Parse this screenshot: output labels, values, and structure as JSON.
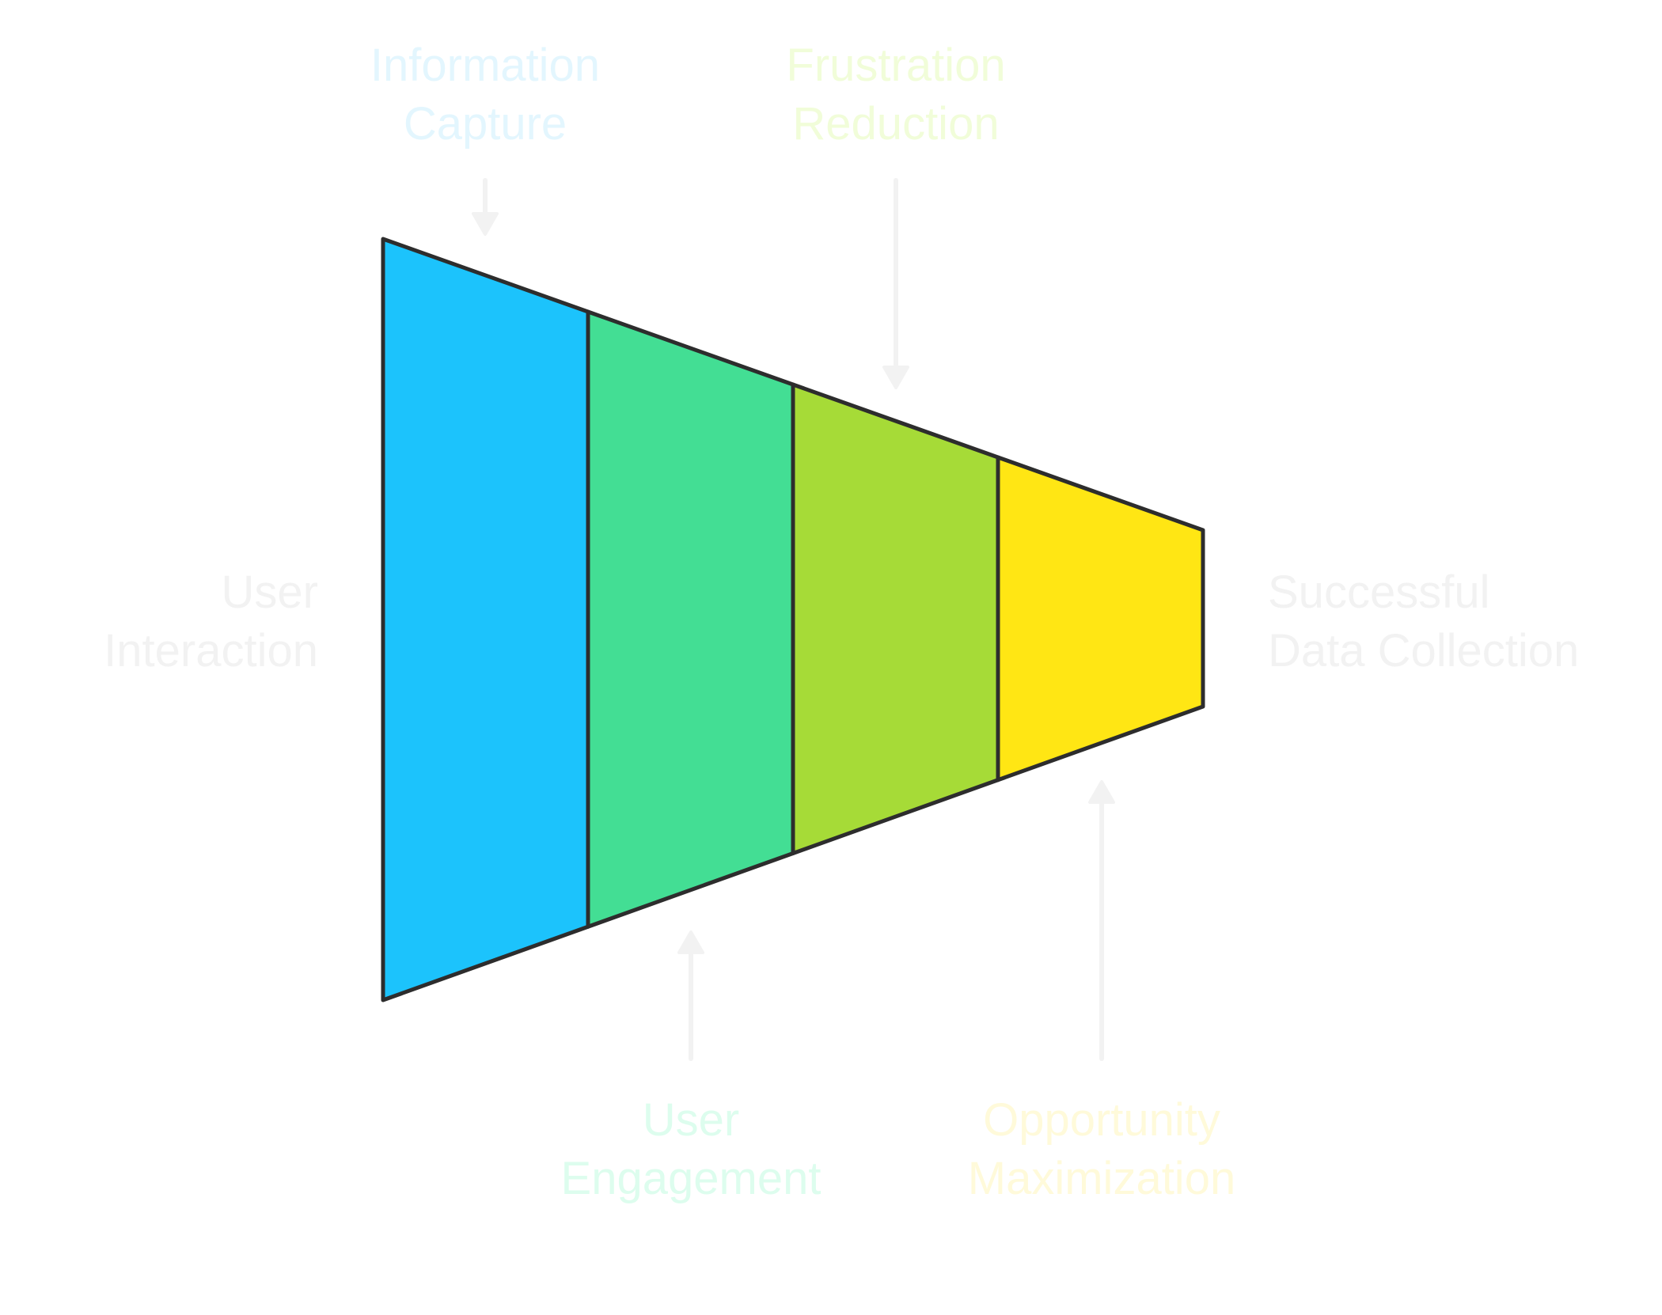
{
  "diagram": {
    "type": "funnel",
    "orientation": "horizontal-narrowing",
    "input_label": "User\nInteraction",
    "output_label": "Successful\nData Collection",
    "stages": [
      {
        "name": "Information Capture",
        "label": "Information\nCapture",
        "color": "#1CC3FC",
        "label_color": "#E3F6FE",
        "label_side": "top"
      },
      {
        "name": "User Engagement",
        "label": "User\nEngagement",
        "color": "#43DE94",
        "label_color": "#DDFDEE",
        "label_side": "bottom"
      },
      {
        "name": "Frustration Reduction",
        "label": "Frustration\nReduction",
        "color": "#A6DB37",
        "label_color": "#F1FDD9",
        "label_side": "top"
      },
      {
        "name": "Opportunity Maximization",
        "label": "Opportunity\nMaximization",
        "color": "#FFE614",
        "label_color": "#FFFADA",
        "label_side": "bottom"
      }
    ],
    "outline_color": "#2D2D2D",
    "arrow_color": "#F2F2F2",
    "side_label_color": "#F2F2F2"
  }
}
